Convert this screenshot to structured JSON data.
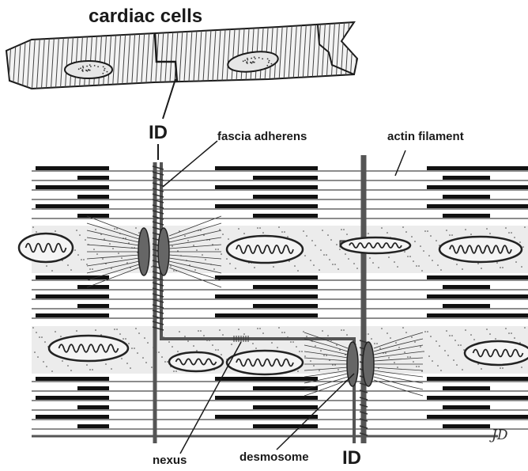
{
  "title": "cardiac cells",
  "labels": {
    "id_top": "ID",
    "fascia_adherens": "fascia adherens",
    "actin_filament": "actin filament",
    "nexus": "nexus",
    "desmosome": "desmosome",
    "id_bottom": "ID"
  },
  "signature": "JD",
  "colors": {
    "ink": "#1a1a1a",
    "junction": "#555555",
    "cytoplasm": "#ececec"
  }
}
